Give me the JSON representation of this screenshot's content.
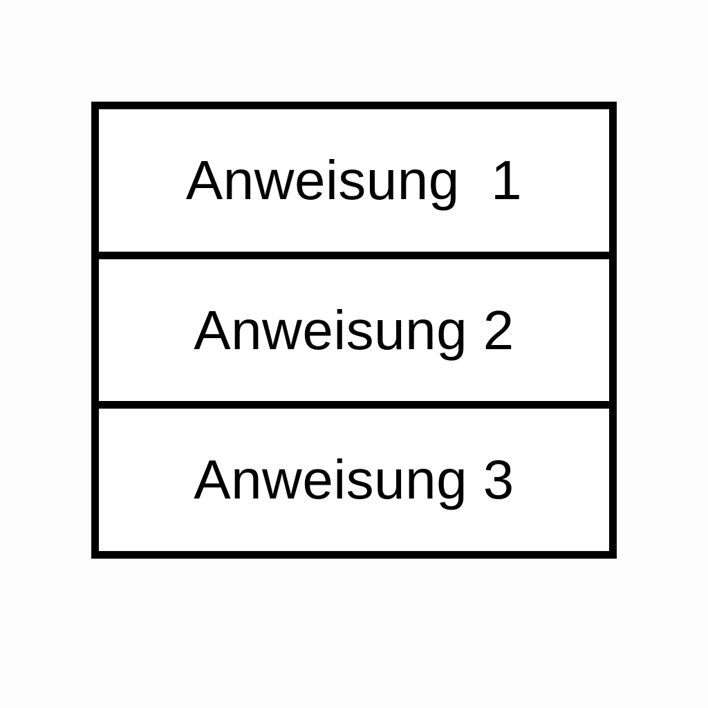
{
  "diagram": {
    "type": "stacked-statement-block",
    "background_color": "#fdfdfd",
    "border_color": "#000000",
    "fill_color": "#ffffff",
    "text_color": "#000000",
    "cells": [
      {
        "label": "Anweisung  1"
      },
      {
        "label": "Anweisung 2"
      },
      {
        "label": "Anweisung 3"
      }
    ]
  }
}
